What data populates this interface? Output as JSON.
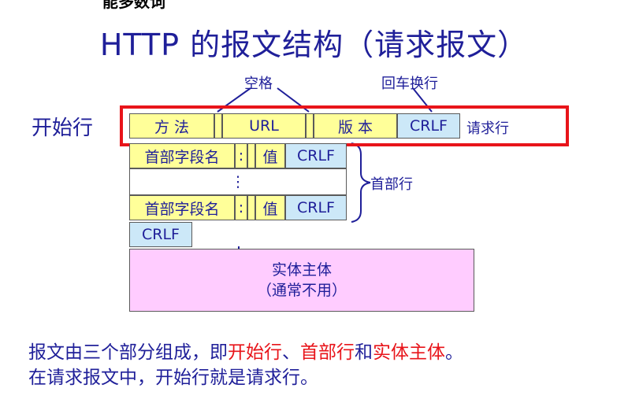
{
  "header_cut_text": "能多数词",
  "title": "HTTP 的报文结构（请求报文）",
  "labels": {
    "space": "空格",
    "crlf_return": "回车换行",
    "start_line": "开始行",
    "request_line": "请求行",
    "header_lines": "首部行"
  },
  "request_line": {
    "method": "方  法",
    "url": "URL",
    "version": "版  本",
    "crlf": "CRLF"
  },
  "header_row": {
    "field_name": "首部字段名",
    "colon": ":",
    "value": "值",
    "crlf": "CRLF"
  },
  "ellipsis": "⋮",
  "blank_crlf": "CRLF",
  "entity_body": {
    "line1": "实体主体",
    "line2": "（通常不用）"
  },
  "notes": {
    "line1_prefix": "报文由三个部分组成，即",
    "line1_start": "开始行",
    "line1_sep1": "、",
    "line1_header": "首部行",
    "line1_and": "和",
    "line1_body": "实体主体",
    "line1_end": "。",
    "line2": "在请求报文中，开始行就是请求行。"
  },
  "colors": {
    "text_blue": "#1f1f99",
    "highlight_red": "#e8141a",
    "field_yellow": "#ffff99",
    "crlf_blue": "#cce8f8",
    "body_pink": "#ffccff"
  }
}
